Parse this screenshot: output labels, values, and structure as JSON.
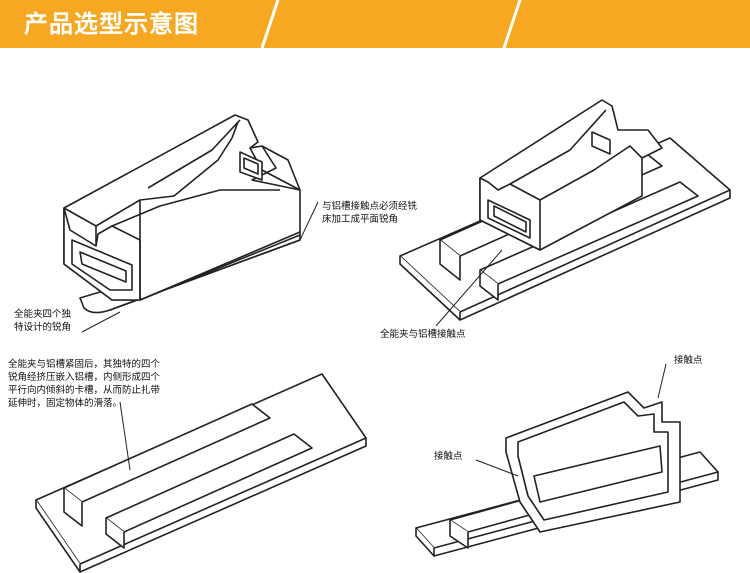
{
  "header": {
    "title": "产品选型示意图",
    "bg_color": "#f7a823",
    "stripe_color": "#ffffff"
  },
  "annotations": {
    "top_left_side": "与铝槽接触点必须经铣\n床加工成平面锐角",
    "top_left_bottom": "全能夹四个独\n特设计的锐角",
    "top_right": "全能夹与铝槽接触点",
    "bottom_left": "全能夹与铝槽紧固后，其独特的四个\n锐角经挤压嵌入铝槽，内侧形成四个\n平行向内倾斜的卡槽，从而防止扎带\n延伸时，固定物体的滑落。",
    "bottom_right_top": "接触点",
    "bottom_right_left": "接触点"
  },
  "style": {
    "line_color": "#222222",
    "fill_color": "#ffffff",
    "shade_color": "#e6e6e6"
  }
}
